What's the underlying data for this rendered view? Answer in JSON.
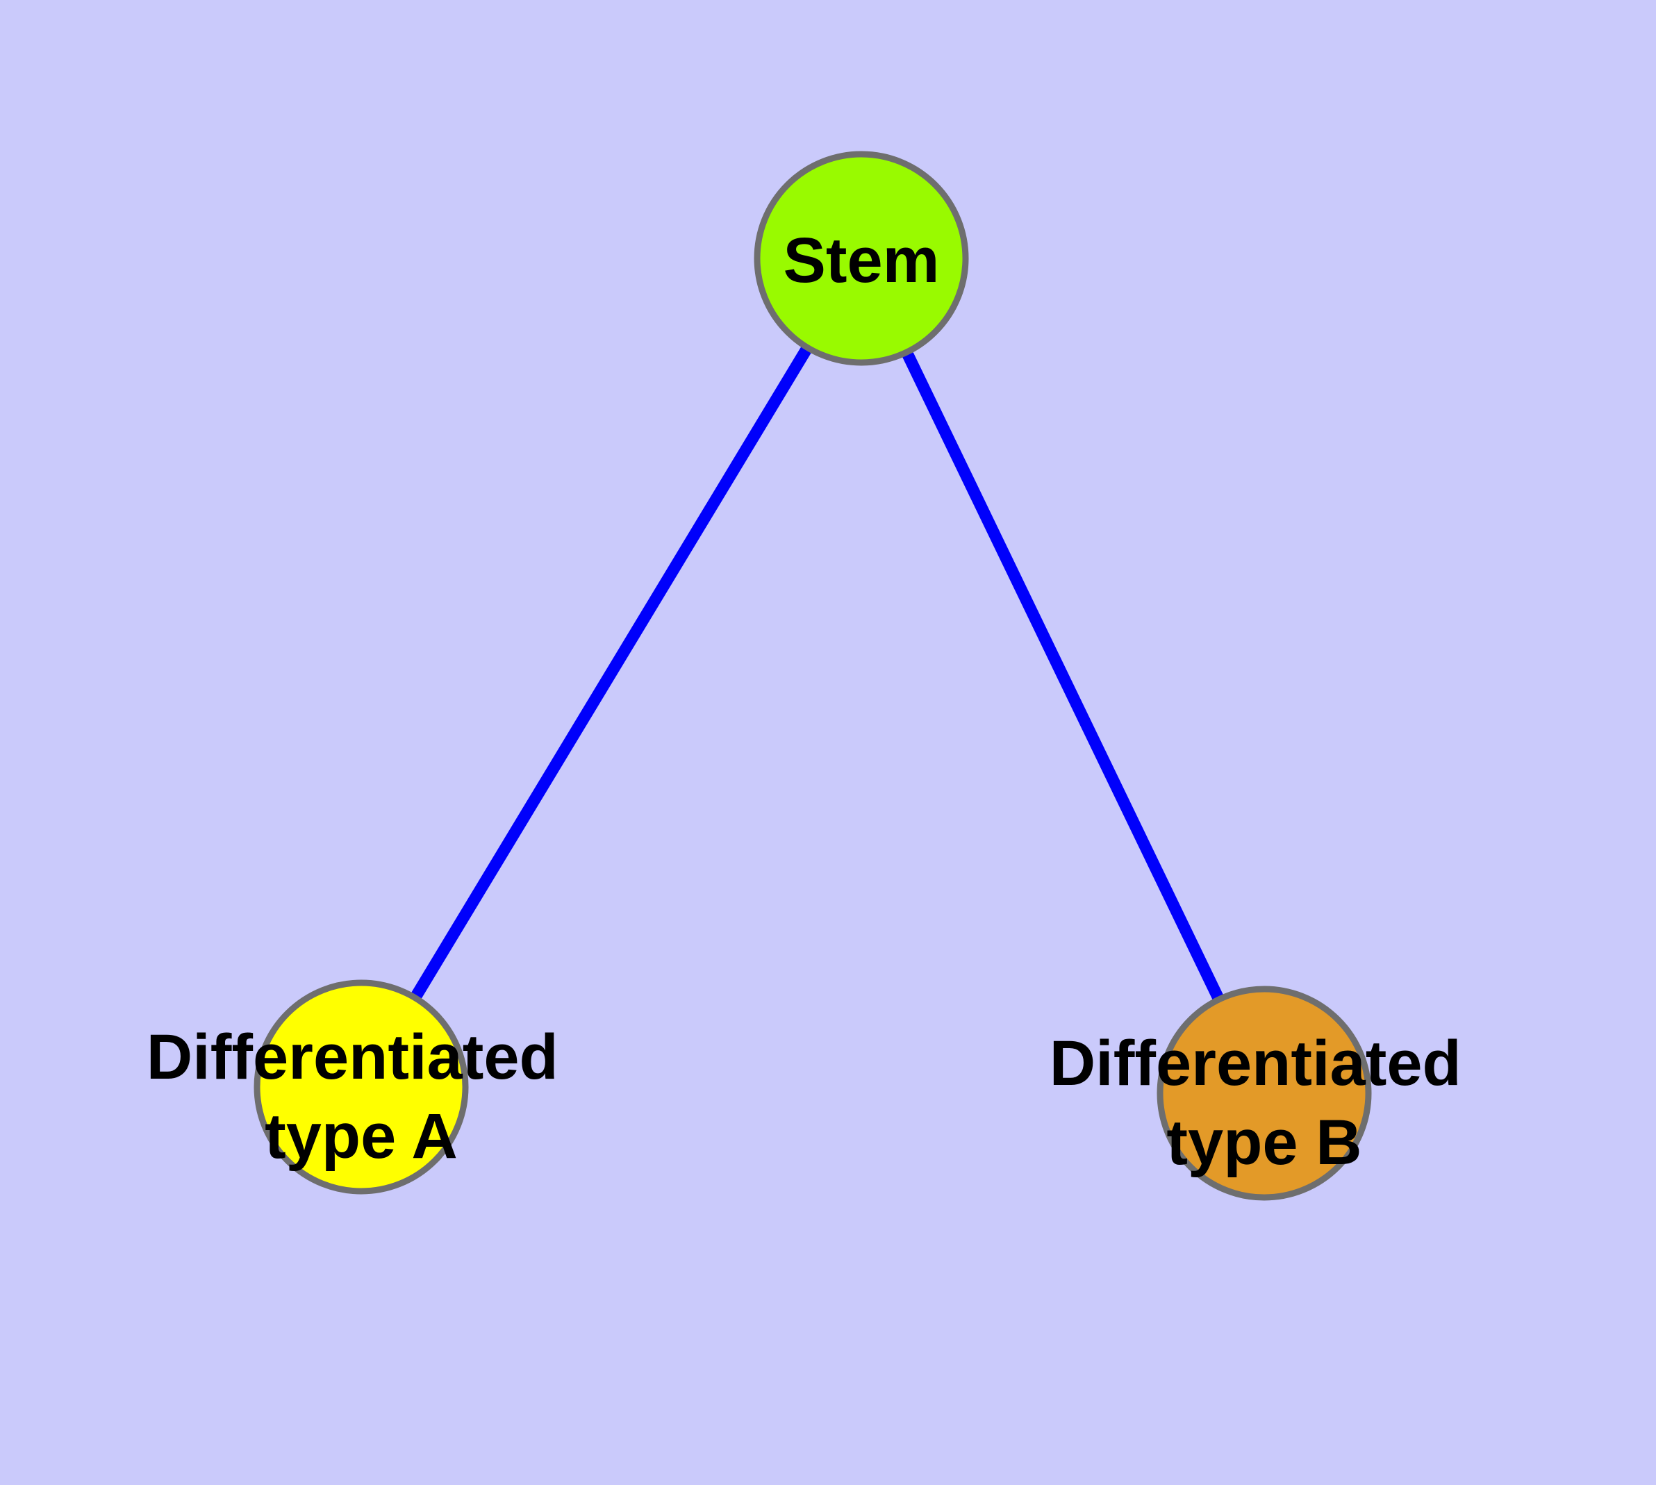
{
  "diagram": {
    "background_color": "#CACAFB",
    "edge_color": "#0000FB",
    "node_border_color": "#6E6E6E",
    "label_color": "#000000",
    "nodes": {
      "stem": {
        "label": "Stem",
        "fill": "#99FA00"
      },
      "type_a": {
        "label_line1": "Differentiated",
        "label_line2": "type A",
        "fill": "#FFFF00"
      },
      "type_b": {
        "label_line1": "Differentiated",
        "label_line2": "type B",
        "fill": "#E39A28"
      }
    },
    "edges": [
      {
        "from": "stem",
        "to": "type_a"
      },
      {
        "from": "stem",
        "to": "type_b"
      }
    ]
  }
}
